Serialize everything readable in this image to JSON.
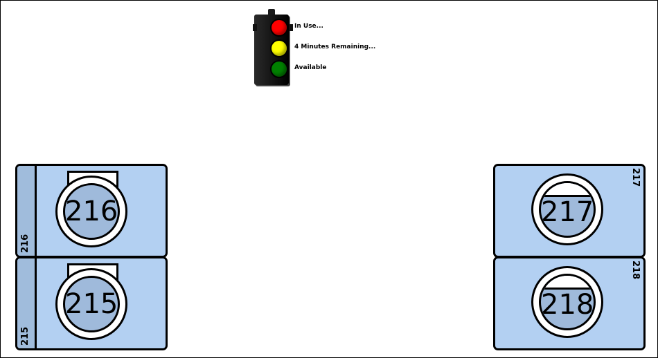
{
  "legend": {
    "in_use": "In Use...",
    "remaining": "4 Minutes Remaining...",
    "available": "Available",
    "colors": {
      "red": "#ff0000",
      "yellow": "#ffff00",
      "green": "#008000"
    }
  },
  "rooms": {
    "r216": {
      "number": "216",
      "side_label": "216"
    },
    "r215": {
      "number": "215",
      "side_label": "215"
    },
    "r217": {
      "number": "217",
      "side_label": "217"
    },
    "r218": {
      "number": "218",
      "side_label": "218"
    }
  },
  "colors": {
    "room_fill": "#b3d0f2",
    "fixture_fill": "#9fbadb"
  }
}
